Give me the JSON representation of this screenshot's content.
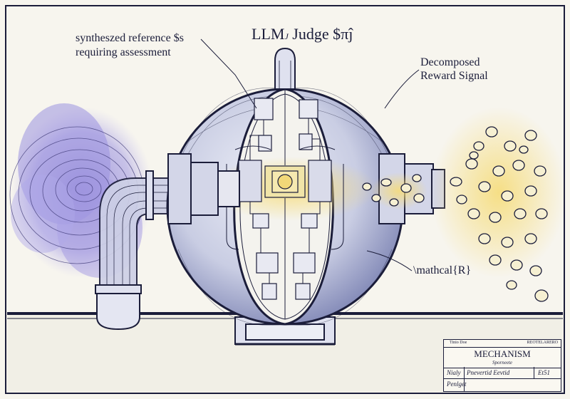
{
  "labels": {
    "title_main": "LLM",
    "title_sub": "J",
    "title_rest": " Judge $πĵ",
    "input_label": "syntheszed reference $s requiring assessment",
    "reward_label": "Decomposed Reward Signal",
    "r_label": "\\mathcal{R}"
  },
  "title_block": {
    "header_left": "Tinio Doe",
    "header_right": "REOTELARERO",
    "title": "MECHANISM",
    "subtitle": "Sporneete",
    "row1_left": "Nialy",
    "row1_mid": "Pnevertid Eevtid",
    "row1_right": "Et51",
    "row2_left": "Penlget"
  },
  "colors": {
    "ink": "#1b1d3a",
    "paper": "#f7f5ee",
    "smoke": "#8a7fd6",
    "glow": "#f4d56a"
  }
}
